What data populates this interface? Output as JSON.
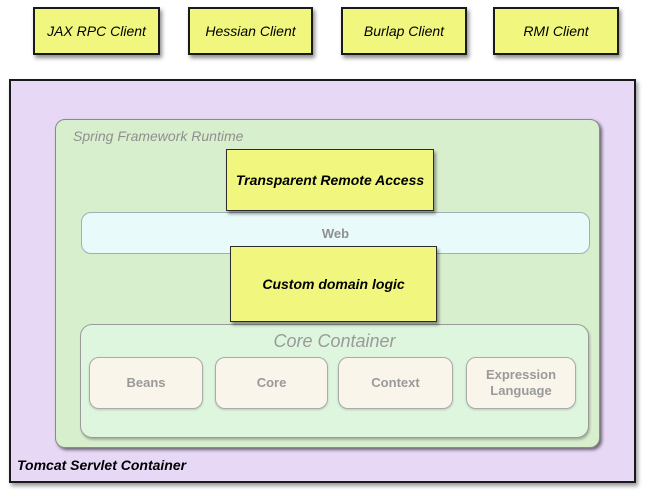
{
  "colors": {
    "client_yellow": "#F1F77E",
    "tomcat_purple": "#E7D9F6",
    "runtime_green": "#D8EFCE",
    "core_mint": "#DFF6DE",
    "web_cyan": "#E9FAFB",
    "module_beige": "#FAF5EB",
    "muted_gray_text": "#8F8F8F"
  },
  "clients": [
    {
      "label": "JAX RPC Client"
    },
    {
      "label": "Hessian Client"
    },
    {
      "label": "Burlap Client"
    },
    {
      "label": "RMI Client"
    }
  ],
  "tomcat": {
    "label": "Tomcat Servlet Container"
  },
  "runtime": {
    "label": "Spring Framework Runtime"
  },
  "remote_access": {
    "label": "Transparent Remote Access"
  },
  "web": {
    "label": "Web"
  },
  "domain_logic": {
    "label": "Custom domain logic"
  },
  "core_container": {
    "label": "Core Container",
    "modules": [
      {
        "label": "Beans"
      },
      {
        "label": "Core"
      },
      {
        "label": "Context"
      },
      {
        "label": "Expression Language"
      }
    ]
  }
}
